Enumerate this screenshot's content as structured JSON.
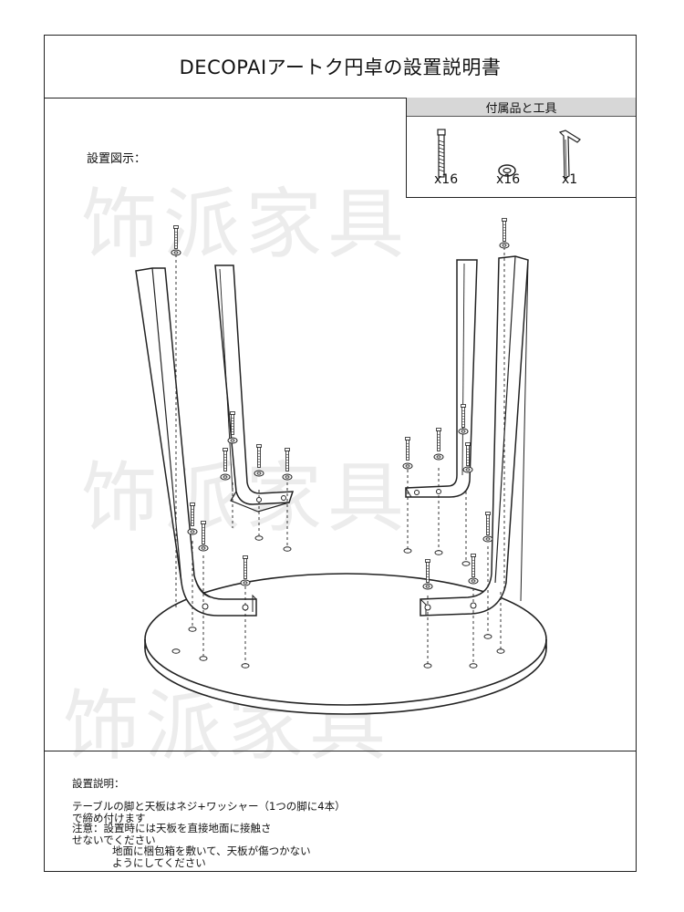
{
  "header": {
    "title": "DECOPAIアートク円卓の設置説明書"
  },
  "parts": {
    "heading": "付属品と工具",
    "items": [
      {
        "name": "bolt-icon",
        "qty": "x16"
      },
      {
        "name": "washer-icon",
        "qty": "x16"
      },
      {
        "name": "hex-key-icon",
        "qty": "x1"
      }
    ]
  },
  "diagram": {
    "label": "設置図示："
  },
  "watermark": {
    "text": "饰派家具"
  },
  "instructions": {
    "heading": "設置説明：",
    "lines": [
      "テーブルの脚と天板はネジ+ワッシャー（1つの脚に4本）",
      "で締め付けます",
      "注意：設置時には天板を直接地面に接触さ",
      "せないでください",
      "地面に梱包箱を敷いて、天板が傷つかない",
      "ようにしてください"
    ]
  }
}
